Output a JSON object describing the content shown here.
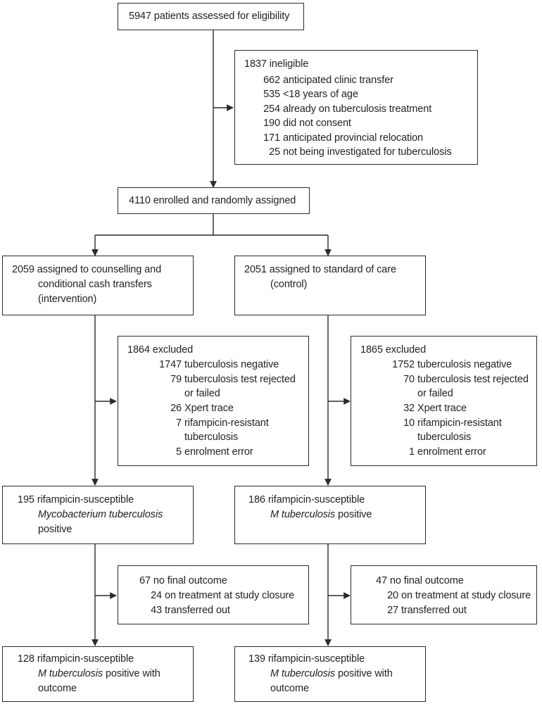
{
  "top": {
    "assessed": "5947 patients assessed for eligibility"
  },
  "ineligible": {
    "header": "1837 ineligible",
    "items": [
      {
        "n": "662",
        "text": "anticipated clinic transfer"
      },
      {
        "n": "535",
        "text": "<18 years of age"
      },
      {
        "n": "254",
        "text": "already on tuberculosis treatment"
      },
      {
        "n": "190",
        "text": "did not consent"
      },
      {
        "n": "171",
        "text": "anticipated provincial relocation"
      },
      {
        "n": "25",
        "text": "not being investigated for tuberculosis"
      }
    ]
  },
  "enrolled": "4110 enrolled and randomly assigned",
  "arms": {
    "intervention": {
      "assigned": [
        "2059 assigned to counselling and",
        "conditional cash transfers",
        "(intervention)"
      ],
      "excluded": {
        "header": "1864 excluded",
        "l1": {
          "n": "1747",
          "text": "tuberculosis negative"
        },
        "l2": {
          "n": "79",
          "text": "tuberculosis test rejected",
          "cont": "or failed"
        },
        "l3": {
          "n": "26",
          "text": "Xpert trace"
        },
        "l4": {
          "n": "7",
          "text": "rifampicin-resistant",
          "cont": "tuberculosis"
        },
        "l5": {
          "n": "5",
          "text": "enrolment error"
        }
      },
      "susceptible": {
        "l1": "195 rifampicin-susceptible",
        "l2": "Mycobacterium tuberculosis",
        "l3": "positive"
      },
      "no_outcome": {
        "header": "67 no final outcome",
        "l1": {
          "n": "24",
          "text": "on treatment at study closure"
        },
        "l2": {
          "n": "43",
          "text": "transferred out"
        }
      },
      "final": {
        "l1": "128 rifampicin-susceptible",
        "l2a": "M tuberculosis",
        "l2b": " positive with",
        "l3": "outcome"
      }
    },
    "control": {
      "assigned": [
        "2051 assigned to standard of care",
        "(control)"
      ],
      "excluded": {
        "header": "1865 excluded",
        "l1": {
          "n": "1752",
          "text": "tuberculosis negative"
        },
        "l2": {
          "n": "70",
          "text": "tuberculosis test rejected",
          "cont": "or failed"
        },
        "l3": {
          "n": "32",
          "text": "Xpert trace"
        },
        "l4": {
          "n": "10",
          "text": "rifampicin-resistant",
          "cont": "tuberculosis"
        },
        "l5": {
          "n": "1",
          "text": "enrolment error"
        }
      },
      "susceptible": {
        "l1": "186 rifampicin-susceptible",
        "l2a": "M tuberculosis",
        "l2b": " positive"
      },
      "no_outcome": {
        "header": "47 no final outcome",
        "l1": {
          "n": "20",
          "text": "on treatment at study closure"
        },
        "l2": {
          "n": "27",
          "text": "transferred out"
        }
      },
      "final": {
        "l1": "139 rifampicin-susceptible",
        "l2a": "M tuberculosis",
        "l2b": " positive with",
        "l3": "outcome"
      }
    }
  },
  "colors": {
    "line": "#2b2b2b",
    "text": "#231f20",
    "background": "#ffffff"
  }
}
